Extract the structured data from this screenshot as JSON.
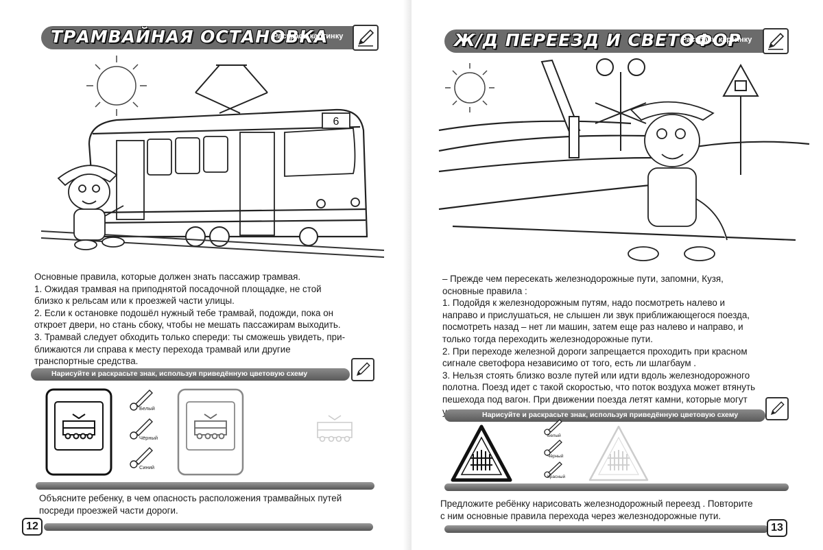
{
  "left": {
    "title": "ТРАМВАЙНАЯ ОСТАНОВКА",
    "subtitle": "Раскрась картинку",
    "route_number": "6",
    "rules_text": [
      "Основные правила, которые должен знать пассажир трамвая.",
      "1. Ожидая трамвая на приподнятой посадочной площадке, не стой",
      "близко к рельсам или к проезжей части улицы.",
      "2. Если к остановке подошёл нужный тебе трамвай, подожди, пока он",
      "откроет двери, но стань сбоку, чтобы не мешать пассажирам выходить.",
      "3. Трамвай следует обходить только спереди:  ты сможешь увидеть, при-",
      "ближаются  ли  справа  к  месту  перехода  трамвай  или  другие",
      "транспортные средства."
    ],
    "task_bar": "Нарисуйте и раскрасьте знак, используя приведённую цветовую схему",
    "color_labels": [
      "Белый",
      "Чёрный",
      "Синий"
    ],
    "footer_text": [
      "Объясните ребенку, в чем опасность расположения трамвайных путей",
      "посреди проезжей части дороги."
    ],
    "page_number": "12"
  },
  "right": {
    "title": "Ж/Д ПЕРЕЕЗД И СВЕТОФОР",
    "subtitle": "Раскрась картинку",
    "rules_text": [
      "– Прежде чем пересекать железнодорожные пути, запомни, Кузя,",
      "основные правила :",
      "1. Подойдя к  железнодорожным путям, надо посмотреть налево и",
      "направо и прислушаться, не слышен ли звук приближающегося поезда,",
      "посмотреть назад – нет ли машин, затем еще раз налево и направо, и",
      "только тогда переходить железнодорожные пути.",
      "2. При переходе железной дороги запрещается проходить  при красном",
      "сигнале светофора  независимо от того, есть ли шлагбаум .",
      "3. Нельзя стоять близко  возле путей или идти вдоль железнодорожного",
      "полотна. Поезд идет с такой скоростью, что поток воздуха может втянуть",
      "пешехода под вагон. При движении поезда летят камни, которые могут",
      "ударить пешехода."
    ],
    "task_bar": "Нарисуйте и раскрасьте знак, используя приведённую цветовую схему",
    "color_labels": [
      "Белый",
      "Чёрный",
      "Красный"
    ],
    "footer_text": [
      "Предложите ребёнку нарисовать железнодорожный переезд . Повторите",
      "с ним основные правила перехода через железнодорожные пути."
    ],
    "page_number": "13"
  }
}
